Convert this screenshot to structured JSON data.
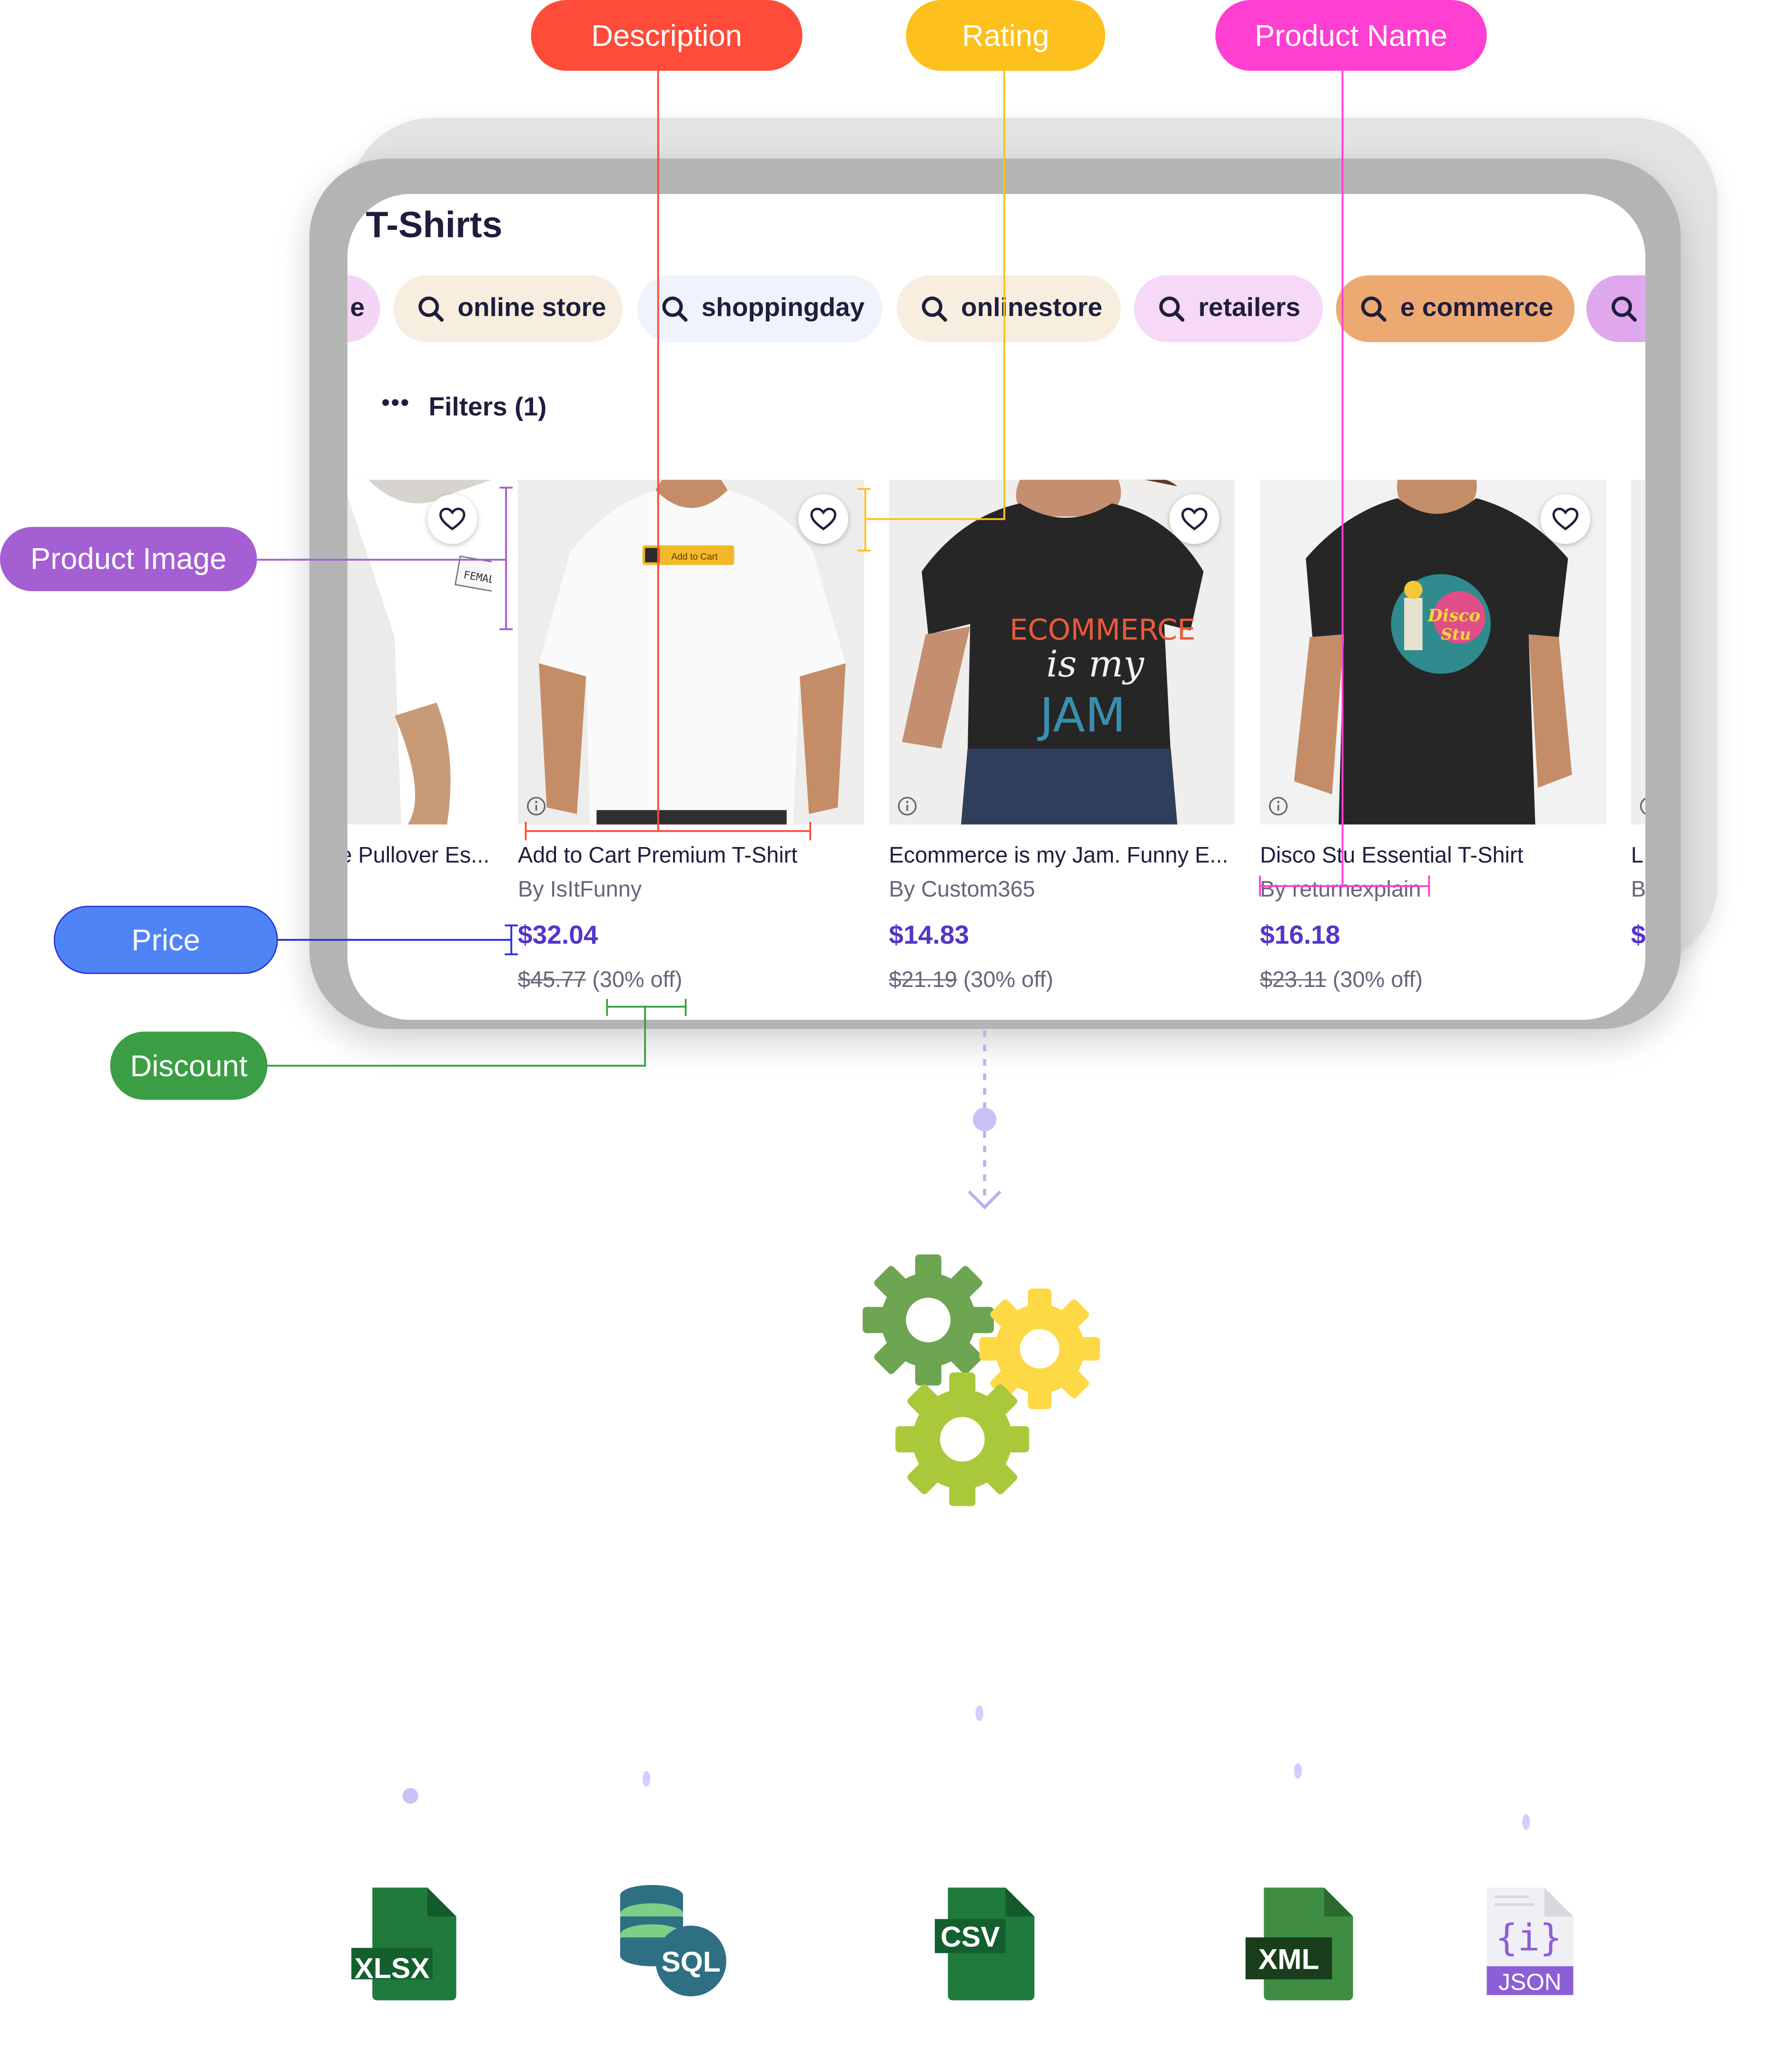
{
  "page": {
    "title": "T-Shirts",
    "filters_label": "Filters (1)"
  },
  "search_chips": [
    {
      "label": "e",
      "bg": "#f3d6f5"
    },
    {
      "label": "online store",
      "bg": "#f7eedf"
    },
    {
      "label": "shoppingday",
      "bg": "#eef3fc"
    },
    {
      "label": "onlinestore",
      "bg": "#f7eedf"
    },
    {
      "label": "retailers",
      "bg": "#f5d9f7"
    },
    {
      "label": "e commerce",
      "bg": "#eda972"
    },
    {
      "label": "",
      "bg": "#dfa8ec"
    }
  ],
  "products": [
    {
      "name": "e Pullover Es...",
      "author": "",
      "price": "",
      "old_price": "",
      "discount": ""
    },
    {
      "name": "Add to Cart Premium T-Shirt",
      "author": "By IsItFunny",
      "price": "$32.04",
      "old_price": "$45.77",
      "discount": "(30% off)",
      "shirt_print": "Add to Cart"
    },
    {
      "name": "Ecommerce is my Jam. Funny E...",
      "author": "By Custom365",
      "price": "$14.83",
      "old_price": "$21.19",
      "discount": "(30% off)",
      "shirt_print": [
        "ECOMMERCE",
        "is my",
        "JAM"
      ]
    },
    {
      "name": "Disco Stu Essential T-Shirt",
      "author": "By returnexplain",
      "price": "$16.18",
      "old_price": "$23.11",
      "discount": "(30% off)",
      "shirt_print": [
        "Disco",
        "Stu"
      ]
    },
    {
      "name": "L",
      "author": "B",
      "price": "$",
      "old_price": "",
      "discount": ""
    }
  ],
  "annotations": {
    "description": {
      "label": "Description",
      "color": "#ff4b3a"
    },
    "rating": {
      "label": "Rating",
      "color": "#fdc01c"
    },
    "product_name": {
      "label": "Product Name",
      "color": "#ff3fd1"
    },
    "product_image": {
      "label": "Product Image",
      "color": "#a45fd3"
    },
    "price": {
      "label": "Price",
      "color": "#4f84f7",
      "border": "#2a32d6"
    },
    "discount": {
      "label": "Discount",
      "color": "#3b9e45"
    }
  },
  "gears": {
    "colors": [
      "#6da451",
      "#fdd945",
      "#a9c93a"
    ],
    "icon": "gears-icon"
  },
  "export_formats": [
    {
      "label": "XLSX",
      "icon": "xlsx-file-icon",
      "color": "#1f7a3c"
    },
    {
      "label": "SQL",
      "icon": "sql-database-icon",
      "color": "#2f6f84"
    },
    {
      "label": "CSV",
      "icon": "csv-file-icon",
      "color": "#1f7a3c"
    },
    {
      "label": "XML",
      "icon": "xml-file-icon",
      "color": "#3e8d43"
    },
    {
      "label": "JSON",
      "icon": "json-file-icon",
      "color": "#8c5fd6"
    }
  ]
}
